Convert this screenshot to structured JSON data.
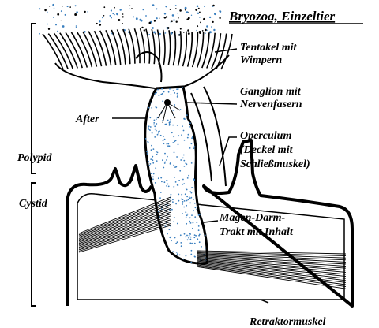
{
  "title": "Bryozoa, Einzeltier",
  "labels": {
    "tentakel": [
      "Tentakel mit",
      "Wimpern"
    ],
    "ganglion": [
      "Ganglion mit",
      "Nervenfasern"
    ],
    "after": [
      "After"
    ],
    "operculum": [
      "Operculum",
      "(Deckel mit",
      "Schließmuskel)"
    ],
    "polypid": [
      "Polypid"
    ],
    "cystid": [
      "Cystid"
    ],
    "magen": [
      "Magen-Darm-",
      "Trakt mit Inhalt"
    ],
    "retraktor": [
      "Retraktormuskel"
    ]
  },
  "colors": {
    "ink": "#000000",
    "stipple": "#3a7fbf",
    "paper": "#ffffff"
  }
}
